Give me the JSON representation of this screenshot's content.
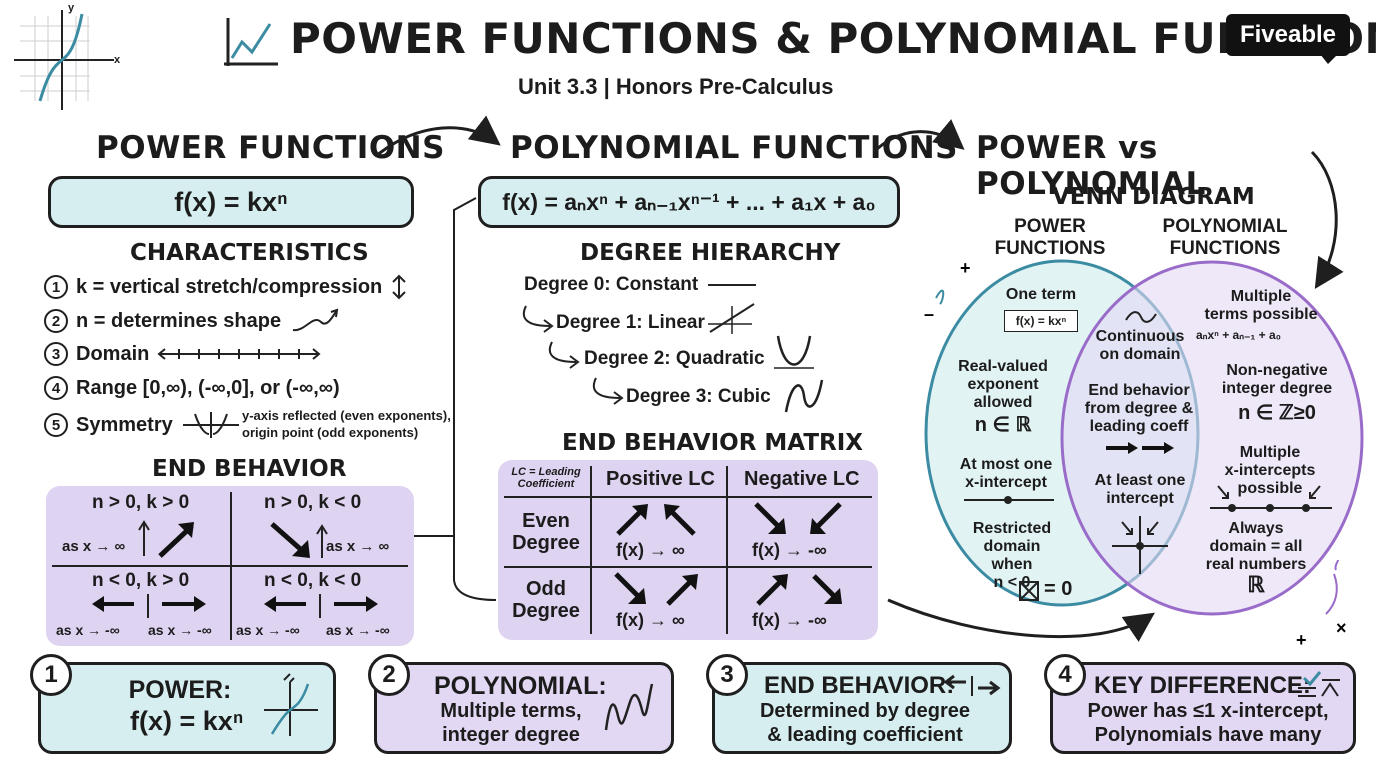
{
  "header": {
    "title": "POWER FUNCTIONS & POLYNOMIAL FUNCTIONS",
    "subtitle": "Unit 3.3 | Honors Pre-Calculus",
    "brand": "Fiveable",
    "graph_axis_x": "x",
    "graph_axis_y": "y",
    "title_icon": "rising-graph-icon"
  },
  "power": {
    "heading": "POWER FUNCTIONS",
    "formula": "f(x) = kxⁿ",
    "characteristics_heading": "CHARACTERISTICS",
    "items": [
      {
        "num": "1",
        "text": "k = vertical stretch/compression"
      },
      {
        "num": "2",
        "text": "n = determines shape"
      },
      {
        "num": "3",
        "text": "Domain"
      },
      {
        "num": "4",
        "text": "Range  [0,∞), (-∞,0], or (-∞,∞)"
      },
      {
        "num": "5",
        "text": "Symmetry"
      }
    ],
    "symmetry_note_1": "y-axis reflected (even exponents),",
    "symmetry_note_2": "origin point (odd exponents)",
    "end_behavior_heading": "END BEHAVIOR",
    "end_cells": [
      {
        "cond": "n > 0, k > 0",
        "note": "as x → ∞"
      },
      {
        "cond": "n > 0, k < 0",
        "note": "as x → ∞"
      },
      {
        "cond": "n < 0, k > 0",
        "note_left": "as x → -∞",
        "note_right": "as x → -∞"
      },
      {
        "cond": "n < 0, k < 0",
        "note_left": "as x → -∞",
        "note_right": "as x → -∞"
      }
    ]
  },
  "polynomial": {
    "heading": "POLYNOMIAL FUNCTIONS",
    "formula": "f(x) = aₙxⁿ + aₙ₋₁xⁿ⁻¹ + ... + a₁x + a₀",
    "hierarchy_heading": "DEGREE HIERARCHY",
    "degrees": [
      "Degree 0: Constant",
      "Degree 1: Linear",
      "Degree 2: Quadratic",
      "Degree 3: Cubic"
    ],
    "matrix_heading": "END BEHAVIOR MATRIX",
    "matrix_corner_1": "LC = Leading",
    "matrix_corner_2": "Coefficient",
    "col_positive": "Positive LC",
    "col_negative": "Negative LC",
    "row_even_1": "Even",
    "row_even_2": "Degree",
    "row_odd_1": "Odd",
    "row_odd_2": "Degree",
    "even_pos": "f(x) → ∞",
    "even_neg": "f(x) → -∞",
    "odd_pos": "f(x) → ∞",
    "odd_neg": "f(x) → -∞"
  },
  "comparison": {
    "heading": "POWER vs POLYNOMIAL",
    "venn_heading": "VENN DIAGRAM",
    "left_title_1": "POWER",
    "left_title_2": "FUNCTIONS",
    "right_title_1": "POLYNOMIAL",
    "right_title_2": "FUNCTIONS",
    "left": {
      "one_term": "One term",
      "formula": "f(x) = kxⁿ",
      "real_exp": [
        "Real-valued",
        "exponent",
        "allowed"
      ],
      "real_set": "n ∈ ℝ",
      "at_most": [
        "At most one",
        "x-intercept"
      ],
      "restricted": [
        "Restricted",
        "domain when",
        "n < 0"
      ],
      "restricted_val": "= 0"
    },
    "middle": {
      "continuous": [
        "Continuous",
        "on domain"
      ],
      "end_behavior": [
        "End behavior",
        "from degree &",
        "leading coeff"
      ],
      "at_least": [
        "At least one",
        "intercept"
      ]
    },
    "right": {
      "multiple_terms": [
        "Multiple",
        "terms possible"
      ],
      "formula": "aₙxⁿ + aₙ₋₁ + a₀",
      "non_neg": [
        "Non-negative",
        "integer degree"
      ],
      "int_set": "n ∈ ℤ≥0",
      "multi_int": [
        "Multiple",
        "x-intercepts",
        "possible"
      ],
      "always": [
        "Always",
        "domain = all",
        "real numbers"
      ],
      "real_sym": "ℝ"
    }
  },
  "summary": [
    {
      "num": "1",
      "title": "POWER:",
      "line1": "f(x) = kxⁿ",
      "line2": ""
    },
    {
      "num": "2",
      "title": "POLYNOMIAL:",
      "line1": "Multiple terms,",
      "line2": "integer degree"
    },
    {
      "num": "3",
      "title": "END BEHAVIOR:",
      "line1": "Determined by degree",
      "line2": "& leading coefficient"
    },
    {
      "num": "4",
      "title": "KEY DIFFERENCE:",
      "line1": "Power has ≤1 x-intercept,",
      "line2": "Polynomials have many"
    }
  ],
  "colors": {
    "teal": "#d6eeef",
    "lavender": "#dfd3f2",
    "venn_left": "#3b8ba3",
    "venn_right": "#9a6cc9"
  }
}
